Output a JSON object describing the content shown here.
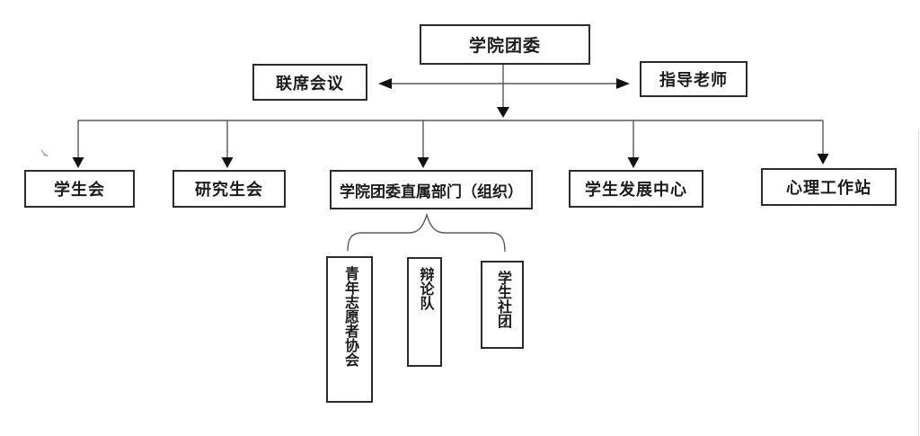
{
  "colors": {
    "box_border": "#2b2b2b",
    "connector_line": "#595959",
    "arrowhead": "#111111",
    "red_mark": "#c17a7a"
  },
  "diagram": {
    "root": {
      "label": "学院团委"
    },
    "side": {
      "joint_meeting": {
        "label": "联席会议"
      },
      "advisors": {
        "label": "指导老师"
      }
    },
    "level2": [
      {
        "id": "student-union",
        "label": "学生会"
      },
      {
        "id": "graduate-student-union",
        "label": "研究生会"
      },
      {
        "id": "direct-departments",
        "label": "学院团委直属部门（组织）"
      },
      {
        "id": "student-development-center",
        "label": "学生发展中心"
      },
      {
        "id": "psychology-workstation",
        "label": "心理工作站"
      }
    ],
    "level3": [
      {
        "id": "youth-volunteer-association",
        "label": "青年志愿者协会"
      },
      {
        "id": "debate-team",
        "label": "辩论队"
      },
      {
        "id": "student-clubs",
        "label": "学生社团"
      }
    ]
  }
}
